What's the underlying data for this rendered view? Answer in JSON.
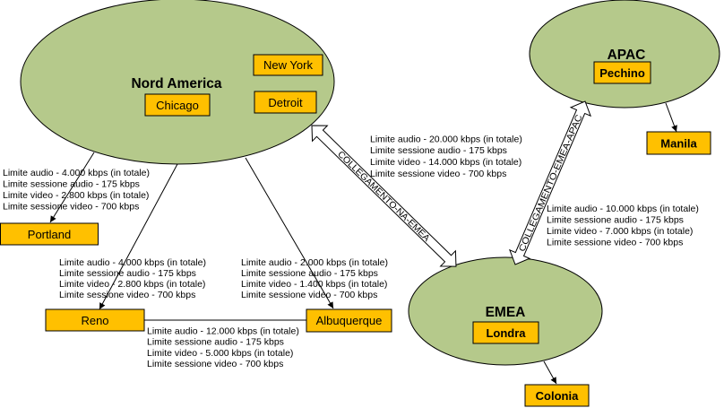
{
  "diagram": {
    "regions": {
      "north_america": {
        "title": "Nord America",
        "cities": [
          "Chicago",
          "New York",
          "Detroit"
        ]
      },
      "apac": {
        "title": "APAC",
        "cities": [
          "Pechino"
        ]
      },
      "emea": {
        "title": "EMEA",
        "cities": [
          "Londra"
        ]
      }
    },
    "sites": {
      "portland": "Portland",
      "reno": "Reno",
      "albuquerque": "Albuquerque",
      "manila": "Manila",
      "colonia": "Colonia"
    },
    "links": {
      "na_portland": {
        "limits": [
          "Limite audio - 4.000 kbps (in totale)",
          "Limite sessione audio - 175 kbps",
          "Limite video - 2.800 kbps (in totale)",
          "Limite sessione video - 700 kbps"
        ]
      },
      "na_reno": {
        "limits": [
          "Limite audio - 4.000 kbps (in totale)",
          "Limite sessione audio - 175 kbps",
          "Limite video - 2.800 kbps (in totale)",
          "Limite sessione video - 700 kbps"
        ]
      },
      "na_albuquerque": {
        "limits": [
          "Limite audio - 2.000 kbps (in totale)",
          "Limite sessione audio - 175 kbps",
          "Limite video - 1.400 kbps (in totale)",
          "Limite sessione video - 700 kbps"
        ]
      },
      "reno_albuquerque": {
        "limits": [
          "Limite audio - 12.000 kbps (in totale)",
          "Limite sessione audio - 175 kbps",
          "Limite video - 5.000 kbps (in totale)",
          "Limite sessione video - 700 kbps"
        ]
      },
      "na_emea": {
        "label": "COLLEGAMENTO-NA-EMEA",
        "limits": [
          "Limite audio - 20.000 kbps (in totale)",
          "Limite sessione audio - 175 kbps",
          "Limite video - 14.000 kbps (in totale)",
          "Limite sessione video - 700 kbps"
        ]
      },
      "emea_apac": {
        "label": "COLLEGAMENTO-EMEA-APAC",
        "limits": [
          "Limite audio - 10.000 kbps (in totale)",
          "Limite sessione audio - 175 kbps",
          "Limite video - 7.000 kbps (in totale)",
          "Limite sessione video - 700 kbps"
        ]
      }
    }
  },
  "colors": {
    "region_fill": "#b5c98b",
    "site_fill": "#ffc000",
    "outline": "#000000"
  }
}
